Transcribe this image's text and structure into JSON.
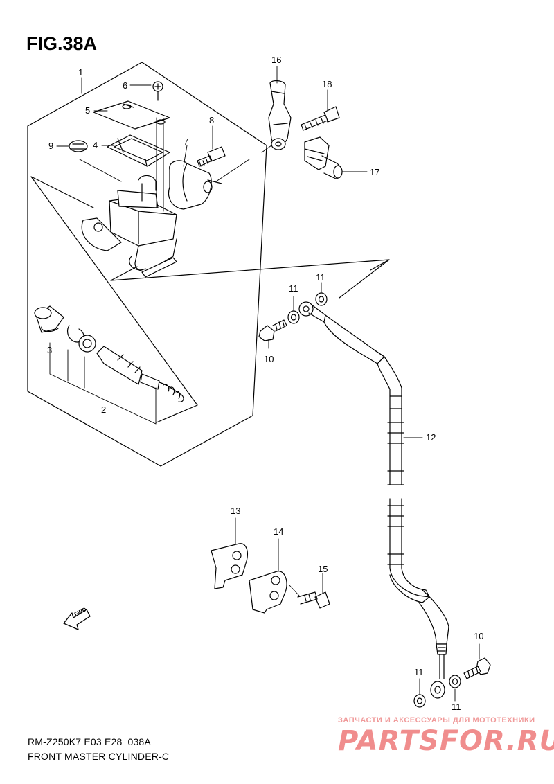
{
  "figure": {
    "title": "FIG.38A",
    "code": "RM-Z250K7 E03 E28_038A",
    "name": "FRONT MASTER CYLINDER-C"
  },
  "callouts": [
    {
      "id": "c1",
      "label": "1"
    },
    {
      "id": "c2",
      "label": "2"
    },
    {
      "id": "c3",
      "label": "3"
    },
    {
      "id": "c4",
      "label": "4"
    },
    {
      "id": "c5",
      "label": "5"
    },
    {
      "id": "c6",
      "label": "6"
    },
    {
      "id": "c7",
      "label": "7"
    },
    {
      "id": "c8",
      "label": "8"
    },
    {
      "id": "c9",
      "label": "9"
    },
    {
      "id": "c10a",
      "label": "10"
    },
    {
      "id": "c10b",
      "label": "10"
    },
    {
      "id": "c11a",
      "label": "11"
    },
    {
      "id": "c11b",
      "label": "11"
    },
    {
      "id": "c11c",
      "label": "11"
    },
    {
      "id": "c11d",
      "label": "11"
    },
    {
      "id": "c12",
      "label": "12"
    },
    {
      "id": "c13",
      "label": "13"
    },
    {
      "id": "c14",
      "label": "14"
    },
    {
      "id": "c15",
      "label": "15"
    },
    {
      "id": "c16",
      "label": "16"
    },
    {
      "id": "c17",
      "label": "17"
    },
    {
      "id": "c18",
      "label": "18"
    }
  ],
  "direction_arrow": {
    "label": "FWD",
    "icon": "fwd-arrow-icon"
  },
  "watermark": {
    "tagline": "ЗАПЧАСТИ И АКСЕССУАРЫ ДЛЯ МОТОТЕХНИКИ",
    "logo": "PARTSFOR.RU",
    "color": "#ee7a7a"
  }
}
